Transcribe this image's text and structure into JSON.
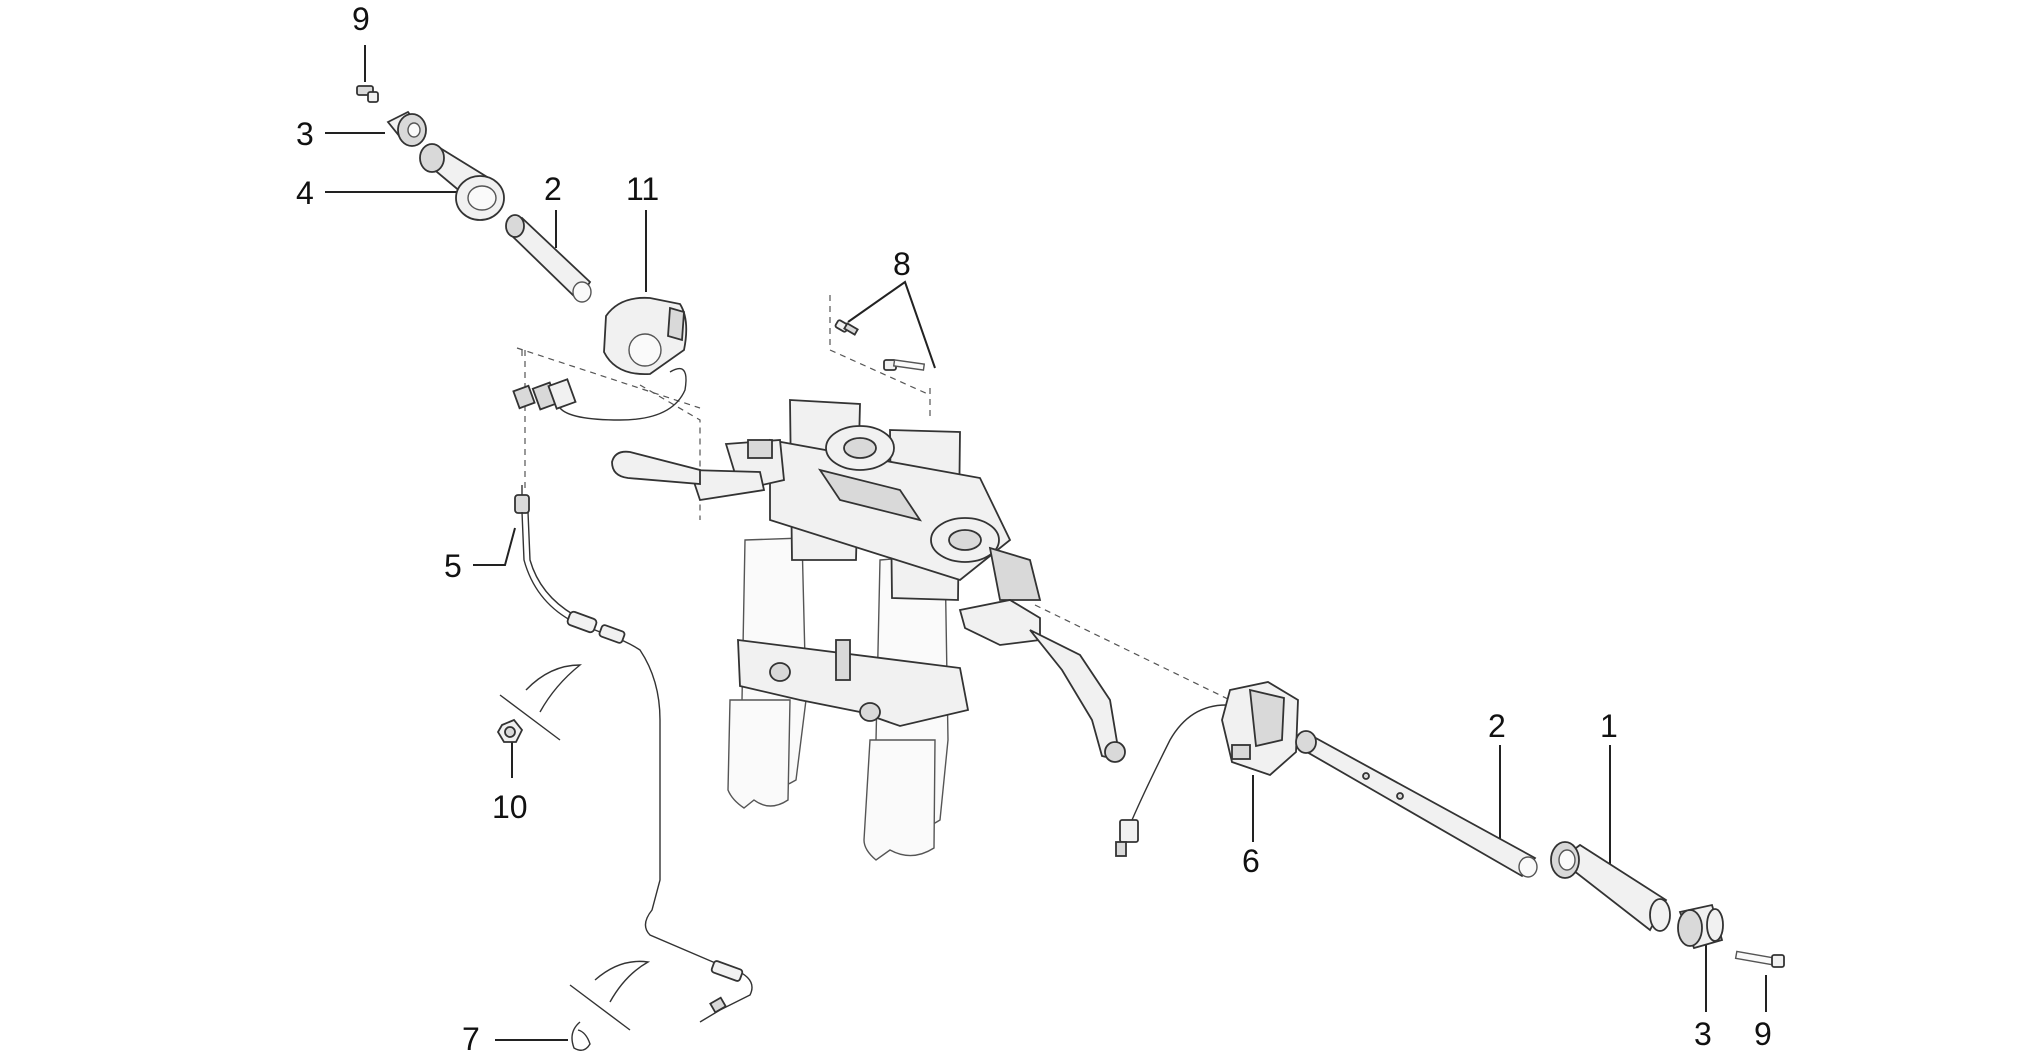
{
  "callouts": [
    {
      "id": "c9a",
      "label": "9"
    },
    {
      "id": "c3a",
      "label": "3"
    },
    {
      "id": "c4",
      "label": "4"
    },
    {
      "id": "c2a",
      "label": "2"
    },
    {
      "id": "c11",
      "label": "11"
    },
    {
      "id": "c8",
      "label": "8"
    },
    {
      "id": "c5",
      "label": "5"
    },
    {
      "id": "c10",
      "label": "10"
    },
    {
      "id": "c7",
      "label": "7"
    },
    {
      "id": "c6",
      "label": "6"
    },
    {
      "id": "c2b",
      "label": "2"
    },
    {
      "id": "c1",
      "label": "1"
    },
    {
      "id": "c3b",
      "label": "3"
    },
    {
      "id": "c9b",
      "label": "9"
    }
  ]
}
